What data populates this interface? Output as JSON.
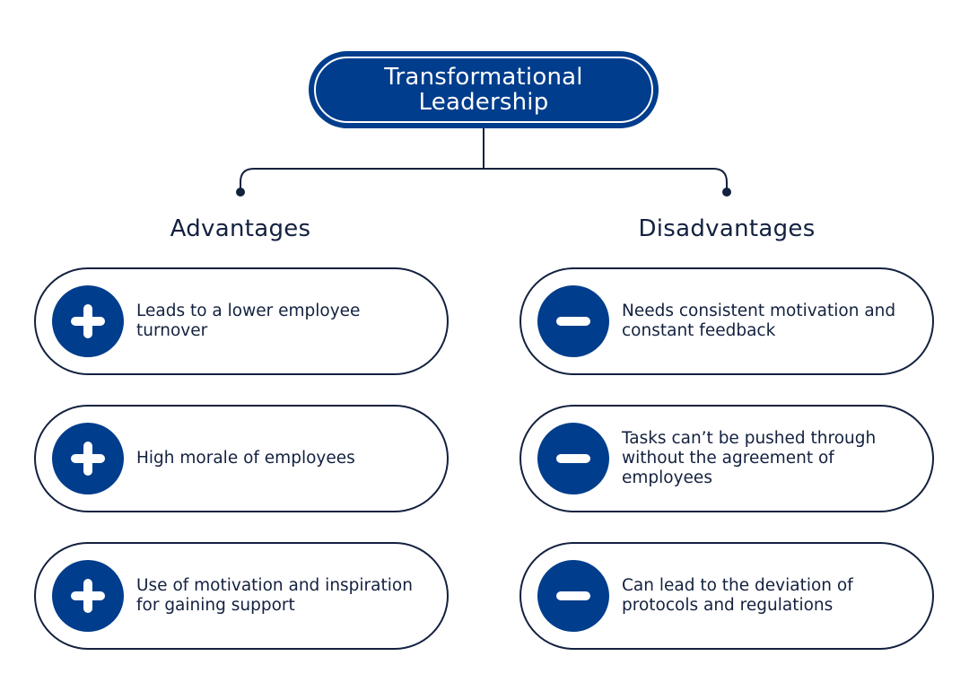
{
  "title": {
    "line1": "Transformational",
    "line2": "Leadership"
  },
  "advantages": {
    "heading": "Advantages",
    "items": [
      {
        "line1": "Leads to a lower employee",
        "line2": "turnover",
        "line3": ""
      },
      {
        "line1": "High morale of employees",
        "line2": "",
        "line3": ""
      },
      {
        "line1": "Use of motivation and inspiration",
        "line2": "for gaining support",
        "line3": ""
      }
    ]
  },
  "disadvantages": {
    "heading": "Disadvantages",
    "items": [
      {
        "line1": "Needs consistent motivation and",
        "line2": "constant feedback",
        "line3": ""
      },
      {
        "line1": "Tasks can’t be pushed through",
        "line2": "without the agreement of",
        "line3": "employees"
      },
      {
        "line1": "Can lead to the deviation of",
        "line2": "protocols and regulations",
        "line3": ""
      }
    ]
  },
  "colors": {
    "primary": "#003d8c",
    "outline": "#13213f",
    "background": "#ffffff"
  },
  "icons": {
    "advantage": "plus-icon",
    "disadvantage": "minus-icon"
  }
}
